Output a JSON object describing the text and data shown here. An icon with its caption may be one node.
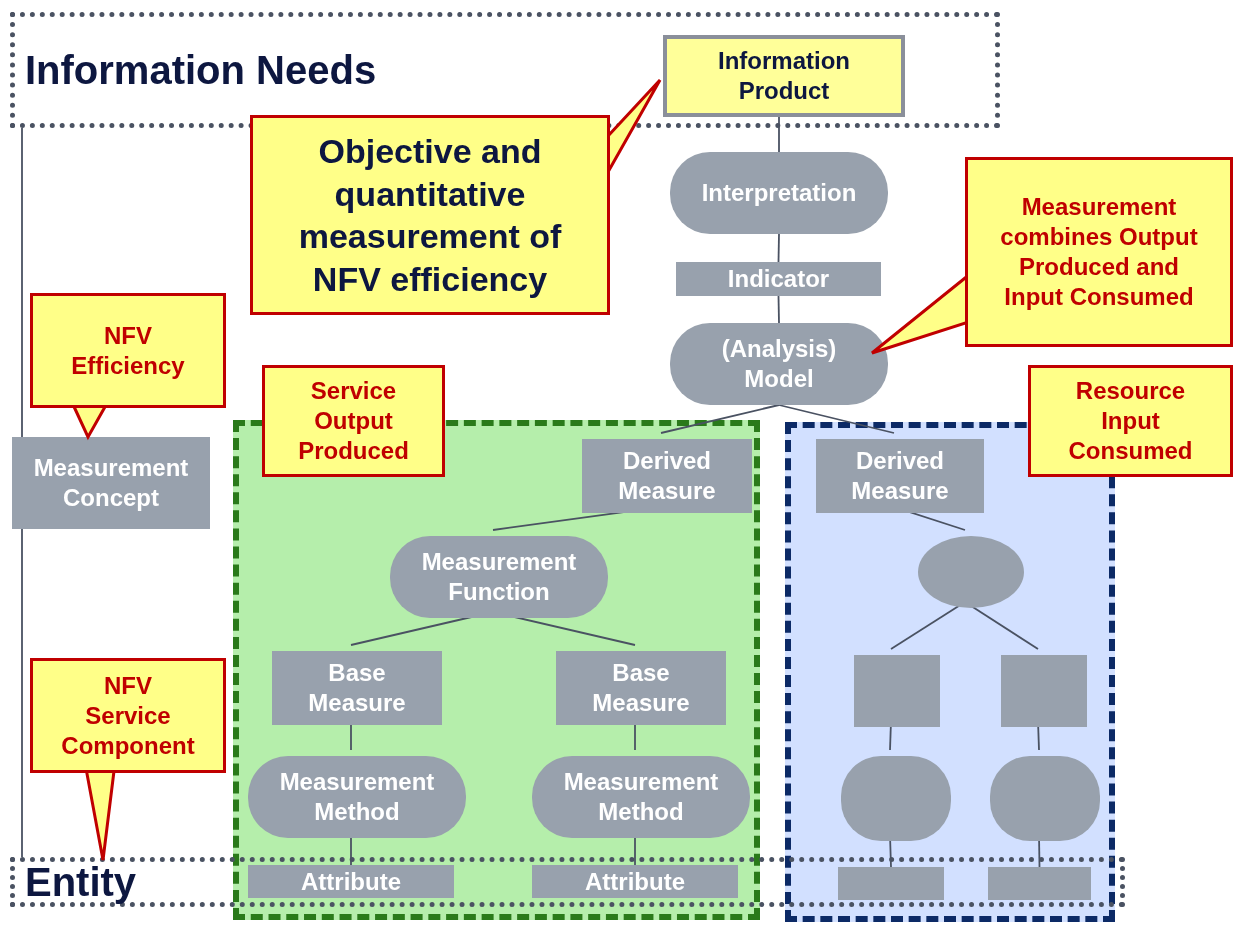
{
  "diagram": {
    "nodes": [
      {
        "text": [
          "Information Needs"
        ]
      },
      {
        "text": [
          "Information Product"
        ],
        "in": 0
      },
      {
        "text": [
          "Objective and quantitative measurement of NFV efficiency"
        ]
      },
      {
        "text": [
          "Interpretation"
        ]
      },
      {
        "text": [
          "Indicator"
        ]
      },
      {
        "text": [
          "(Analysis) Model"
        ]
      },
      {
        "text": [
          "Measurement combines Output Produced and Input Consumed"
        ]
      },
      {
        "text": [
          "NFV Efficiency"
        ]
      },
      {
        "text": [
          "Measurement Concept"
        ]
      },
      {
        "text": [
          "Service Output Produced"
        ]
      },
      {
        "text": [],
        "shape": "box"
      },
      {
        "text": [
          "Derived Measure"
        ],
        "in": 10
      },
      {
        "text": [
          "Measurement Function"
        ],
        "in": 10
      },
      {
        "text": [
          "Base Measure"
        ],
        "in": 10
      },
      {
        "text": [
          "Base Measure"
        ],
        "in": 10
      },
      {
        "text": [
          "Measurement Method"
        ],
        "in": 10
      },
      {
        "text": [
          "Measurement Method"
        ],
        "in": 10
      },
      {
        "text": [
          "Resource Input Consumed"
        ]
      },
      {
        "text": [],
        "shape": "box"
      },
      {
        "text": [
          "Derived Measure"
        ],
        "in": 18
      },
      {
        "text": [],
        "shape": "circle",
        "in": 18
      },
      {
        "text": [],
        "shape": "box",
        "in": 18
      },
      {
        "text": [],
        "shape": "box",
        "in": 18
      },
      {
        "text": [],
        "shape": "box",
        "in": 18
      },
      {
        "text": [],
        "shape": "box",
        "in": 18
      },
      {
        "text": [
          "NFV Service Component"
        ]
      },
      {
        "text": [
          "Entity"
        ]
      },
      {
        "text": [
          "Attribute"
        ]
      },
      {
        "text": [
          "Attribute"
        ]
      },
      {
        "text": [],
        "shape": "bar"
      },
      {
        "text": [],
        "shape": "bar"
      }
    ],
    "edges": [
      {
        "from": 0,
        "to": 8,
        "arrow": "none"
      },
      {
        "from": 8,
        "to": 26,
        "arrow": "none"
      },
      {
        "from": 1,
        "to": 3,
        "arrow": "none"
      },
      {
        "from": 3,
        "to": 4,
        "arrow": "none"
      },
      {
        "from": 4,
        "to": 5,
        "arrow": "none"
      },
      {
        "from": 5,
        "to": 11,
        "arrow": "none"
      },
      {
        "from": 5,
        "to": 19,
        "arrow": "none"
      },
      {
        "from": 11,
        "to": 12,
        "arrow": "none"
      },
      {
        "from": 12,
        "to": 13,
        "arrow": "none"
      },
      {
        "from": 12,
        "to": 14,
        "arrow": "none"
      },
      {
        "from": 13,
        "to": 15,
        "arrow": "none"
      },
      {
        "from": 14,
        "to": 16,
        "arrow": "none"
      },
      {
        "from": 15,
        "to": 27,
        "arrow": "none"
      },
      {
        "from": 16,
        "to": 28,
        "arrow": "none"
      },
      {
        "from": 19,
        "to": 20,
        "arrow": "none"
      },
      {
        "from": 20,
        "to": 21,
        "arrow": "none"
      },
      {
        "from": 20,
        "to": 22,
        "arrow": "none"
      },
      {
        "from": 21,
        "to": 23,
        "arrow": "none"
      },
      {
        "from": 22,
        "to": 24,
        "arrow": "none"
      },
      {
        "from": 23,
        "to": 29,
        "arrow": "none"
      },
      {
        "from": 24,
        "to": 30,
        "arrow": "none"
      },
      {
        "from": 2,
        "to": 1,
        "arrow": "to"
      },
      {
        "from": 6,
        "to": 5,
        "arrow": "to"
      },
      {
        "from": 7,
        "to": 8,
        "arrow": "to"
      },
      {
        "from": 25,
        "to": 26,
        "arrow": "to"
      }
    ]
  }
}
